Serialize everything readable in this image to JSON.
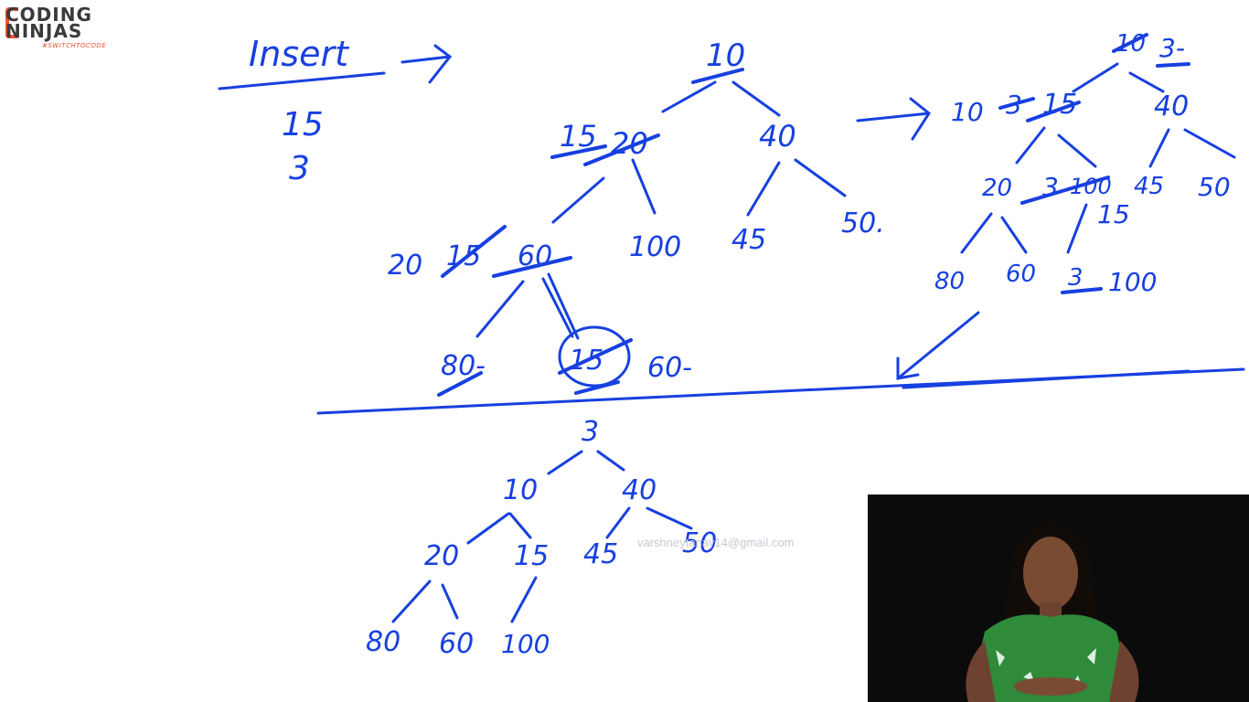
{
  "logo": {
    "line1": "CODING",
    "line2": "NINJAS",
    "tagline": "#SWITCHTOCODE"
  },
  "watermark": "varshneytanay14@gmail.com",
  "title": "Insert",
  "inserted_values": [
    "15",
    "3"
  ],
  "tree1": {
    "root": "10",
    "root_struck": "20",
    "left_new": "15",
    "right": "40",
    "level2": [
      "20",
      "15",
      "60",
      "100",
      "45",
      "50."
    ],
    "level3_left": "80-",
    "level3_circle": "15",
    "level3_right": "60-"
  },
  "tree2": {
    "root_struck": "10",
    "root_new": "3-",
    "left_pre": "10",
    "left_struck": "3",
    "left_node": "15",
    "right": "40",
    "level2": [
      "20",
      "3",
      "100",
      "15",
      "45",
      "50"
    ],
    "level3": [
      "80",
      "60",
      "3",
      "100"
    ]
  },
  "tree3": {
    "root": "3",
    "l1": [
      "10",
      "40"
    ],
    "l2": [
      "20",
      "15",
      "45",
      "50"
    ],
    "l3": [
      "80",
      "60",
      "100"
    ]
  }
}
